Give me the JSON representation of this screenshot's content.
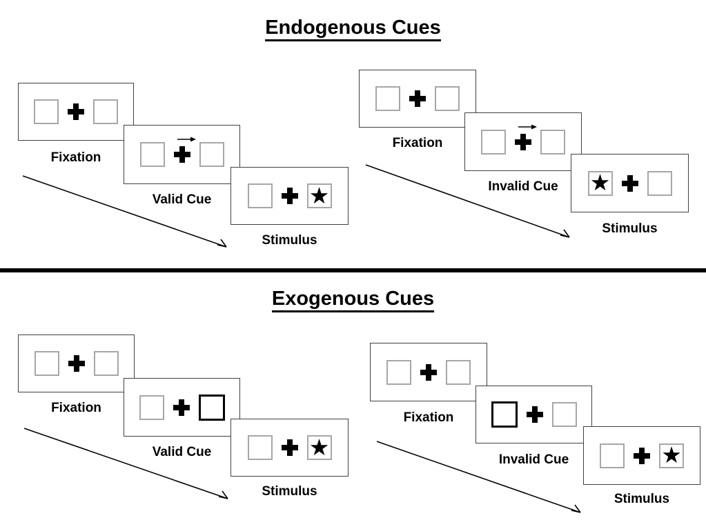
{
  "titles": {
    "endogenous": "Endogenous Cues",
    "exogenous": "Exogenous Cues"
  },
  "glyphs": {
    "star": "★"
  },
  "endogenous": {
    "valid": {
      "fixation": "Fixation",
      "cue": "Valid Cue",
      "stimulus": "Stimulus"
    },
    "invalid": {
      "fixation": "Fixation",
      "cue": "Invalid Cue",
      "stimulus": "Stimulus"
    }
  },
  "exogenous": {
    "valid": {
      "fixation": "Fixation",
      "cue": "Valid Cue",
      "stimulus": "Stimulus"
    },
    "invalid": {
      "fixation": "Fixation",
      "cue": "Invalid Cue",
      "stimulus": "Stimulus"
    }
  },
  "colors": {
    "background": "#ffffff",
    "ink": "#000000",
    "panel_border": "#3f3f3f",
    "square_border": "#a6a6a6"
  }
}
